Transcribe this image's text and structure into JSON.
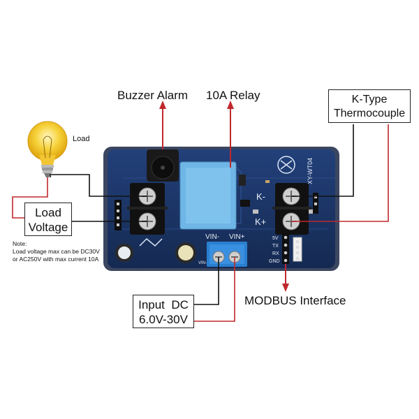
{
  "labels": {
    "buzzer": "Buzzer Alarm",
    "relay": "10A Relay",
    "ktype_line1": "K-Type",
    "ktype_line2": "Thermocouple",
    "load": "Load",
    "load_voltage_line1": "Load",
    "load_voltage_line2": "Voltage",
    "input_line1": "Input  DC",
    "input_line2": "6.0V-30V",
    "modbus": "MODBUS Interface"
  },
  "note": {
    "title": "Note:",
    "line1": "Load voltage max can be DC30V",
    "line2": "or AC250V with max current 10A"
  },
  "board": {
    "model": "XY-WT04",
    "k_minus": "K-",
    "k_plus": "K+",
    "vin_minus": "VIN-",
    "vin_plus": "VIN+",
    "vin_minus_small": "VIN-",
    "pins": [
      "5V",
      "TX",
      "RX",
      "GND"
    ]
  },
  "colors": {
    "board": "#1c3566",
    "relay": "#6fb6e6",
    "wire_red": "#c0282d",
    "wire_black": "#111111",
    "bulb": "#f7d23a"
  }
}
